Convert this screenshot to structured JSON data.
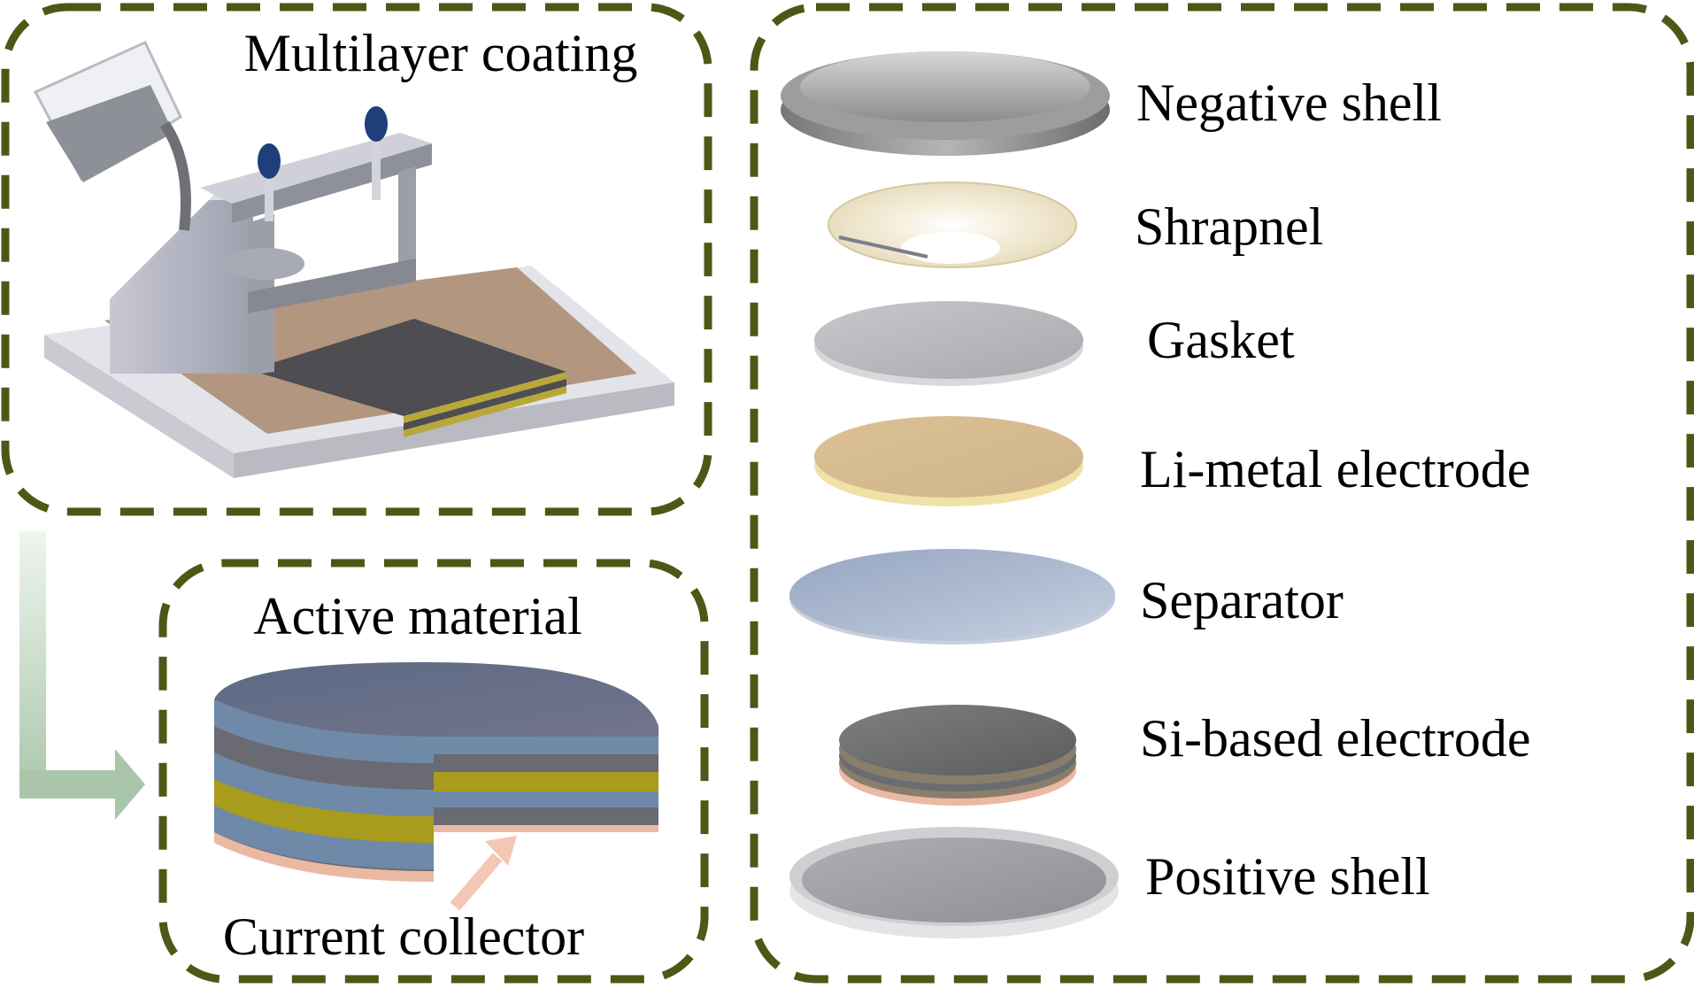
{
  "panels": {
    "coating": {
      "title": "Multilayer coating"
    },
    "active": {
      "title": "Active material",
      "callout": "Current collector"
    },
    "cell": {
      "components": [
        {
          "label": "Negative shell"
        },
        {
          "label": "Shrapnel"
        },
        {
          "label": "Gasket"
        },
        {
          "label": "Li-metal electrode"
        },
        {
          "label": "Separator"
        },
        {
          "label": "Si-based electrode"
        },
        {
          "label": "Positive shell"
        }
      ]
    }
  },
  "colors": {
    "dash_border": "#4a5a16",
    "arrow_green": "#bcd3bc",
    "arrow_pink": "#f3c7b3",
    "layer_blue": "#6f8aa8",
    "layer_gray": "#6a6a72",
    "layer_gold": "#a89b1e",
    "layer_copper": "#e9b9a3"
  }
}
